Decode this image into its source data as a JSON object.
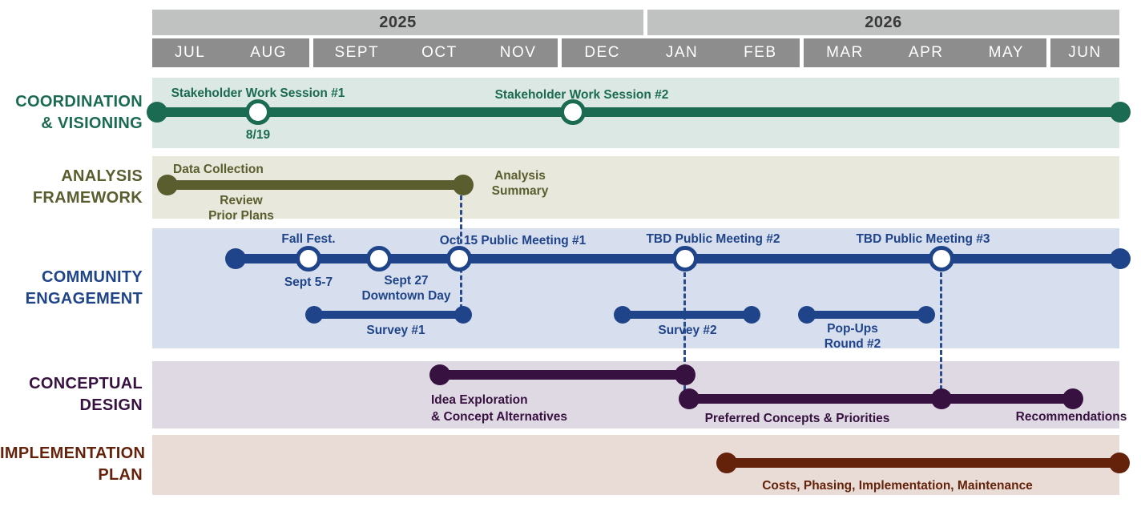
{
  "header": {
    "years": [
      {
        "label": "2025"
      },
      {
        "label": "2026"
      }
    ],
    "month_segments": [
      {
        "months": [
          "JUL",
          "AUG"
        ]
      },
      {
        "months": [
          "SEPT",
          "OCT",
          "NOV"
        ]
      },
      {
        "months": [
          "DEC",
          "JAN",
          "FEB"
        ]
      },
      {
        "months": [
          "MAR",
          "APR",
          "MAY"
        ]
      },
      {
        "months": [
          "JUN"
        ]
      }
    ]
  },
  "colors": {
    "year_bar_bg": "#C0C1C1",
    "year_text": "#383838",
    "month_bar_bg": "#8D8D8D",
    "month_text": "#FFFFFF",
    "coordination": "#1B6A52",
    "coordination_band": "#DBE8E3",
    "analysis": "#5A5E2F",
    "analysis_band": "#E9E8DC",
    "community": "#1F4489",
    "community_band": "#D7DFEE",
    "conceptual": "#371140",
    "conceptual_band": "#DFD9E3",
    "implementation": "#65220A",
    "implementation_band": "#E9DCD6",
    "connector_dash": "#2A4A8F"
  },
  "rows": {
    "coordination": {
      "label_line1": "COORDINATION",
      "label_line2": "& VISIONING",
      "milestone1_label": "Stakeholder Work Session #1",
      "milestone1_date": "8/19",
      "milestone2_label": "Stakeholder Work Session #2"
    },
    "analysis": {
      "label_line1": "ANALYSIS",
      "label_line2": "FRAMEWORK",
      "bar_top_label": "Data Collection",
      "bar_bottom_label_line1": "Review",
      "bar_bottom_label_line2": "Prior Plans",
      "end_label_line1": "Analysis",
      "end_label_line2": "Summary"
    },
    "community": {
      "label_line1": "COMMUNITY",
      "label_line2": "ENGAGEMENT",
      "milestone_fall_fest_label": "Fall Fest.",
      "milestone_fall_fest_date": "Sept 5-7",
      "milestone_downtown_line1": "Sept 27",
      "milestone_downtown_line2": "Downtown Day",
      "milestone_meeting1_label": "Oct 15 Public Meeting #1",
      "milestone_meeting2_label": "TBD Public Meeting #2",
      "milestone_meeting3_label": "TBD Public Meeting #3",
      "survey1_label": "Survey #1",
      "survey2_label": "Survey #2",
      "popups_label_line1": "Pop-Ups",
      "popups_label_line2": "Round #2"
    },
    "conceptual": {
      "label_line1": "CONCEPTUAL",
      "label_line2": "DESIGN",
      "bar1_label_line1": "Idea Exploration",
      "bar1_label_line2": "& Concept Alternatives",
      "bar2_label": "Preferred Concepts & Priorities",
      "bar2_end_label": "Recommendations"
    },
    "implementation": {
      "label_line1": "IMPLEMENTATION",
      "label_line2": "PLAN",
      "bar_label": "Costs, Phasing, Implementation, Maintenance"
    }
  }
}
